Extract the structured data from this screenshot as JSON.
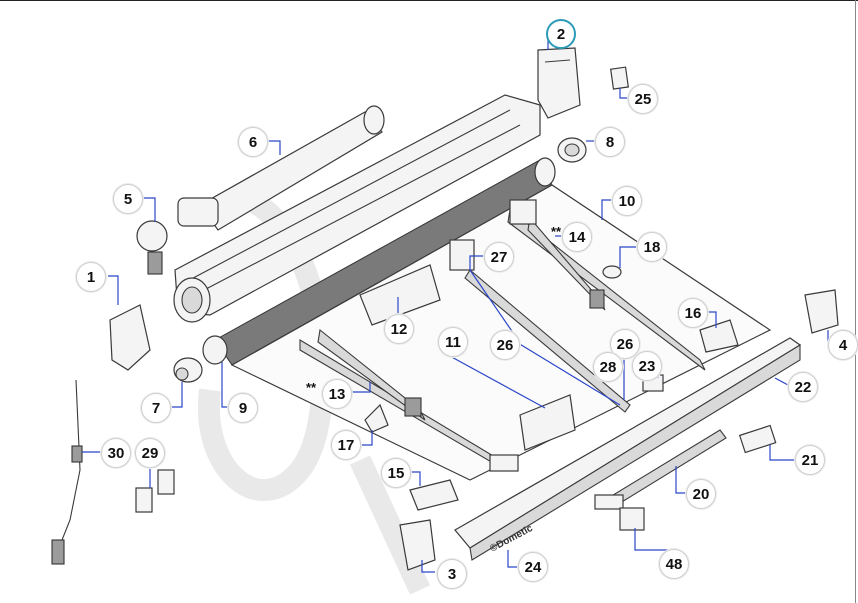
{
  "diagram": {
    "selected_callout": "2",
    "brand_mark": "©Dometic",
    "callouts": [
      {
        "id": "c1",
        "label": "1"
      },
      {
        "id": "c2",
        "label": "2"
      },
      {
        "id": "c3",
        "label": "3"
      },
      {
        "id": "c4",
        "label": "4"
      },
      {
        "id": "c5",
        "label": "5"
      },
      {
        "id": "c6",
        "label": "6"
      },
      {
        "id": "c7",
        "label": "7"
      },
      {
        "id": "c8",
        "label": "8"
      },
      {
        "id": "c9",
        "label": "9"
      },
      {
        "id": "c10",
        "label": "10"
      },
      {
        "id": "c11",
        "label": "11"
      },
      {
        "id": "c12",
        "label": "12"
      },
      {
        "id": "c13",
        "label": "13"
      },
      {
        "id": "c14",
        "label": "14"
      },
      {
        "id": "c15",
        "label": "15"
      },
      {
        "id": "c16",
        "label": "16"
      },
      {
        "id": "c17",
        "label": "17"
      },
      {
        "id": "c18",
        "label": "18"
      },
      {
        "id": "c20",
        "label": "20"
      },
      {
        "id": "c21",
        "label": "21"
      },
      {
        "id": "c22",
        "label": "22"
      },
      {
        "id": "c23",
        "label": "23"
      },
      {
        "id": "c24",
        "label": "24"
      },
      {
        "id": "c25",
        "label": "25"
      },
      {
        "id": "c26a",
        "label": "26"
      },
      {
        "id": "c26b",
        "label": "26"
      },
      {
        "id": "c27",
        "label": "27"
      },
      {
        "id": "c28",
        "label": "28"
      },
      {
        "id": "c29",
        "label": "29"
      },
      {
        "id": "c30",
        "label": "30"
      },
      {
        "id": "c48",
        "label": "48"
      }
    ],
    "stars_13": "**",
    "stars_14": "**"
  }
}
